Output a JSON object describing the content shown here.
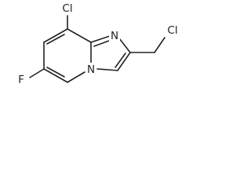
{
  "diagram": {
    "type": "chemical-structure",
    "atoms": {
      "cl_top": "Cl",
      "n_ring": "N",
      "n_bridge": "N",
      "cl_side": "Cl",
      "f": "F"
    }
  },
  "colors": {
    "bond": "#222222",
    "label": "#222222",
    "background": "#ffffff"
  }
}
